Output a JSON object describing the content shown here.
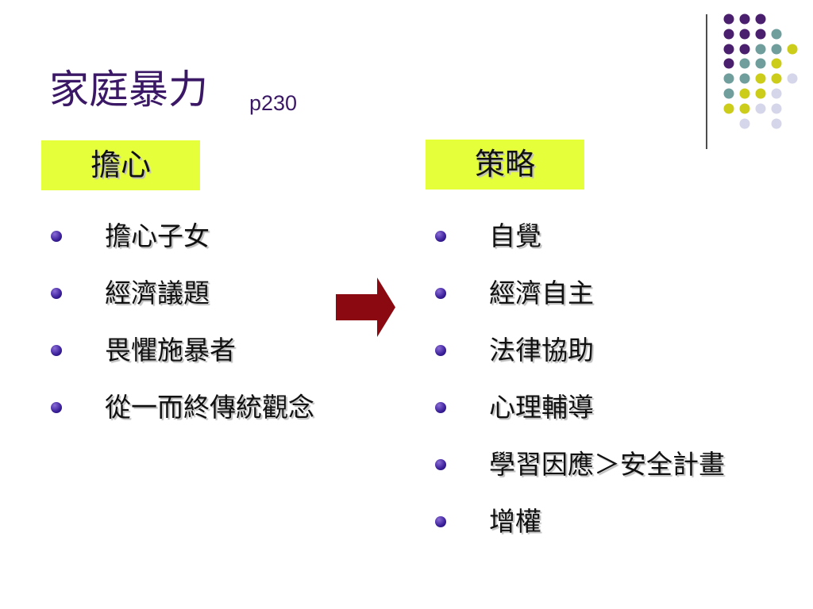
{
  "slide": {
    "title": "家庭暴力",
    "page_ref": "p230",
    "left": {
      "header": "擔心",
      "items": [
        "擔心子女",
        "經濟議題",
        "畏懼施暴者",
        "從一而終傳統觀念"
      ]
    },
    "right": {
      "header": "策略",
      "items": [
        "自覺",
        "經濟自主",
        "法律協助",
        "心理輔導",
        "學習因應＞安全計畫",
        "增權"
      ]
    }
  },
  "colors": {
    "title": "#3b1866",
    "header_bg": "#e6ff3b",
    "arrow": "#8b0a12",
    "bullet": "#3a1f9a",
    "dot_purple": "#4a1f6e",
    "dot_teal": "#6f9e9c",
    "dot_yellow": "#cccc1a",
    "dot_lavender": "#d6d6ea"
  },
  "icons": {
    "bullet": "bullet-dot-icon",
    "arrow": "right-arrow-icon"
  }
}
